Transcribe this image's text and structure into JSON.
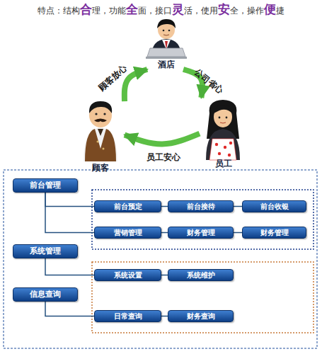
{
  "diagram": {
    "title": "特点：结构合理，功能全面，接口灵活，使用安全，操作便捷",
    "nodes": [
      {
        "text": [
          "酒店"
        ]
      },
      {
        "text": [
          "顾客"
        ]
      },
      {
        "text": [
          "员工"
        ]
      },
      {
        "text": [
          "前台管理"
        ]
      },
      {
        "text": [
          "前台预定"
        ]
      },
      {
        "text": [
          "前台接待"
        ]
      },
      {
        "text": [
          "前台收银"
        ]
      },
      {
        "text": [
          "营销管理"
        ]
      },
      {
        "text": [
          "财务管理"
        ]
      },
      {
        "text": [
          "财务管理"
        ]
      },
      {
        "text": [
          "系统管理"
        ]
      },
      {
        "text": [
          "系统设置"
        ]
      },
      {
        "text": [
          "系统维护"
        ]
      },
      {
        "text": [
          "信息查询"
        ]
      },
      {
        "text": [
          "日常查询"
        ]
      },
      {
        "text": [
          "财务查询"
        ]
      }
    ],
    "edges": [
      {
        "from": 1,
        "to": 0,
        "arrow": "to",
        "label": "顾客放心"
      },
      {
        "from": 0,
        "to": 2,
        "arrow": "to",
        "label": "公司省心"
      },
      {
        "from": 2,
        "to": 1,
        "arrow": "to",
        "label": "员工安心"
      },
      {
        "from": 3,
        "to": 4,
        "arrow": "none"
      },
      {
        "from": 4,
        "to": 5,
        "arrow": "none"
      },
      {
        "from": 5,
        "to": 6,
        "arrow": "none"
      },
      {
        "from": 3,
        "to": 7,
        "arrow": "none"
      },
      {
        "from": 7,
        "to": 8,
        "arrow": "none"
      },
      {
        "from": 8,
        "to": 9,
        "arrow": "none"
      },
      {
        "from": 10,
        "to": 11,
        "arrow": "none"
      },
      {
        "from": 11,
        "to": 12,
        "arrow": "none"
      },
      {
        "from": 13,
        "to": 14,
        "arrow": "none"
      },
      {
        "from": 14,
        "to": 15,
        "arrow": "none"
      }
    ]
  }
}
